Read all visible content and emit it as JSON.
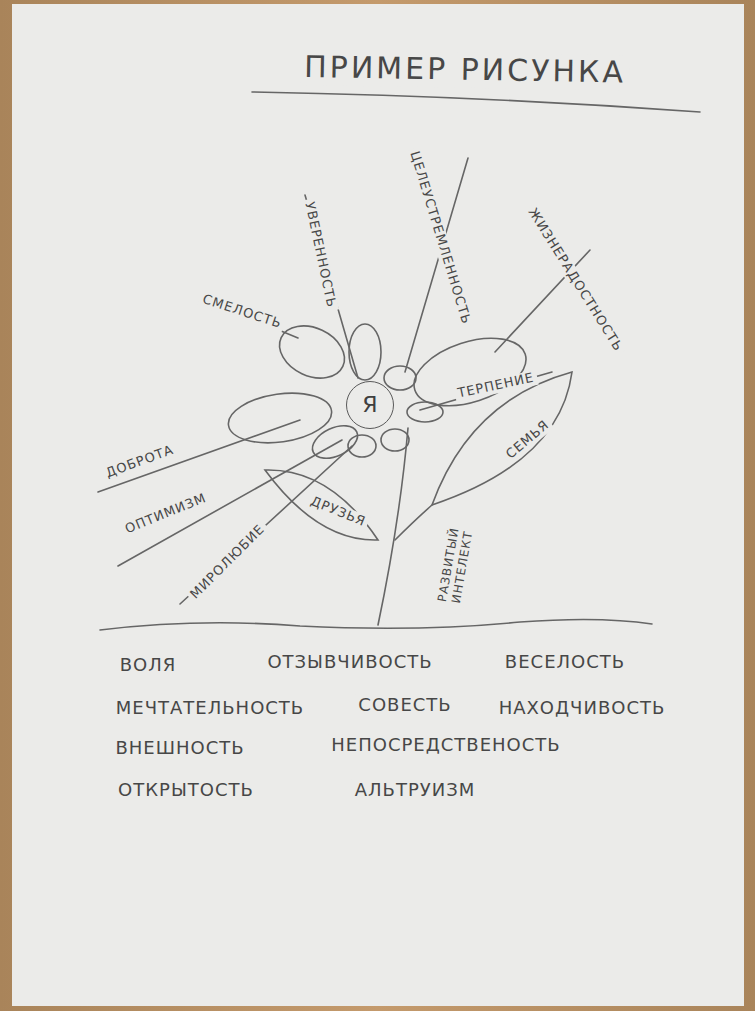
{
  "diagram": {
    "title": "ПРИМЕР РИСУНКА",
    "nodes": [
      {
        "text": [
          "Я"
        ]
      }
    ],
    "labels": [
      "УВЕРЕННОСТЬ",
      "ЦЕЛЕУСТРЕМЛЕННОСТЬ",
      "ЖИЗНЕРАДОСТНОСТЬ",
      "СМЕЛОСТЬ",
      "ТЕРПЕНИЕ",
      "ДОБРОТА",
      "СЕМЬЯ",
      "ОПТИМИЗМ",
      "ДРУЗЬЯ",
      "МИРОЛЮБИЕ",
      "РАЗВИТЫЙ ИНТЕЛЕКТ",
      "ВОЛЯ",
      "ОТЗЫВЧИВОСТЬ",
      "ВЕСЕЛОСТЬ",
      "МЕЧТАТЕЛЬНОСТЬ",
      "СОВЕСТЬ",
      "НАХОДЧИВОСТЬ",
      "ВНЕШНОСТЬ",
      "НЕПОСРЕДСТВЕНОСТЬ",
      "ОТКРЫТОСТЬ",
      "АЛЬТРУИЗМ"
    ]
  }
}
